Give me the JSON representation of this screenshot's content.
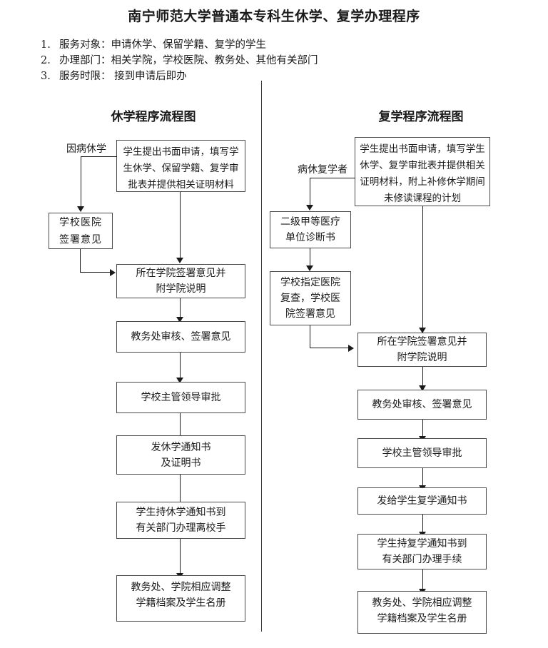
{
  "document": {
    "title": "南宁师范大学普通本专科生休学、复学办理程序",
    "intro": [
      {
        "num": "1.",
        "label": "服务对象：",
        "value": "申请休学、保留学籍、复学的学生"
      },
      {
        "num": "2.",
        "label": "办理部门：",
        "value": "相关学院，学校医院、教务处、其他有关部门"
      },
      {
        "num": "3.",
        "label": "服务时限：",
        "value": " 接到申请后即办"
      }
    ]
  },
  "columns": {
    "left": {
      "title": "休学程序流程图",
      "side_label": "因病休学",
      "nodes": [
        {
          "id": "l1",
          "text": "学生提出书面申请，填写学生休学、保留学籍、复学审批表并提供相关证明材料"
        },
        {
          "id": "l2",
          "text": "学校医院\n签署意见"
        },
        {
          "id": "l3",
          "text": "所在学院签署意见并\n附学院说明"
        },
        {
          "id": "l4",
          "text": "教务处审核、签署意见"
        },
        {
          "id": "l5",
          "text": "学校主管领导审批"
        },
        {
          "id": "l6",
          "text": "发休学通知书\n及证明书"
        },
        {
          "id": "l7",
          "text": "学生持休学通知书到\n有关部门办理离校手"
        },
        {
          "id": "l8",
          "text": "教务处、学院相应调整\n学籍档案及学生名册"
        }
      ]
    },
    "right": {
      "title": "复学程序流程图",
      "side_label": "病休复学者",
      "nodes": [
        {
          "id": "r1",
          "text": "学生提出书面申请，填写学生休学、复学审批表并提供相关证明材料，附上补修休学期间未修读课程的计划"
        },
        {
          "id": "r2",
          "text": "二级甲等医疗\n单位诊断书"
        },
        {
          "id": "r3",
          "text": "学校指定医院\n复查，学校医\n院签署意见"
        },
        {
          "id": "r4",
          "text": "所在学院签署意见并\n附学院说明"
        },
        {
          "id": "r5",
          "text": "教务处审核、签署意见"
        },
        {
          "id": "r6",
          "text": "学校主管领导审批"
        },
        {
          "id": "r7",
          "text": "发给学生复学通知书"
        },
        {
          "id": "r8",
          "text": "学生持复学通知书到\n有关部门办理手续"
        },
        {
          "id": "r9",
          "text": "教务处、学院相应调整\n学籍档案及学生名册"
        }
      ]
    }
  },
  "colors": {
    "ink": "#1a1a1a",
    "box_border": "#4a4a4a",
    "background": "#ffffff"
  }
}
